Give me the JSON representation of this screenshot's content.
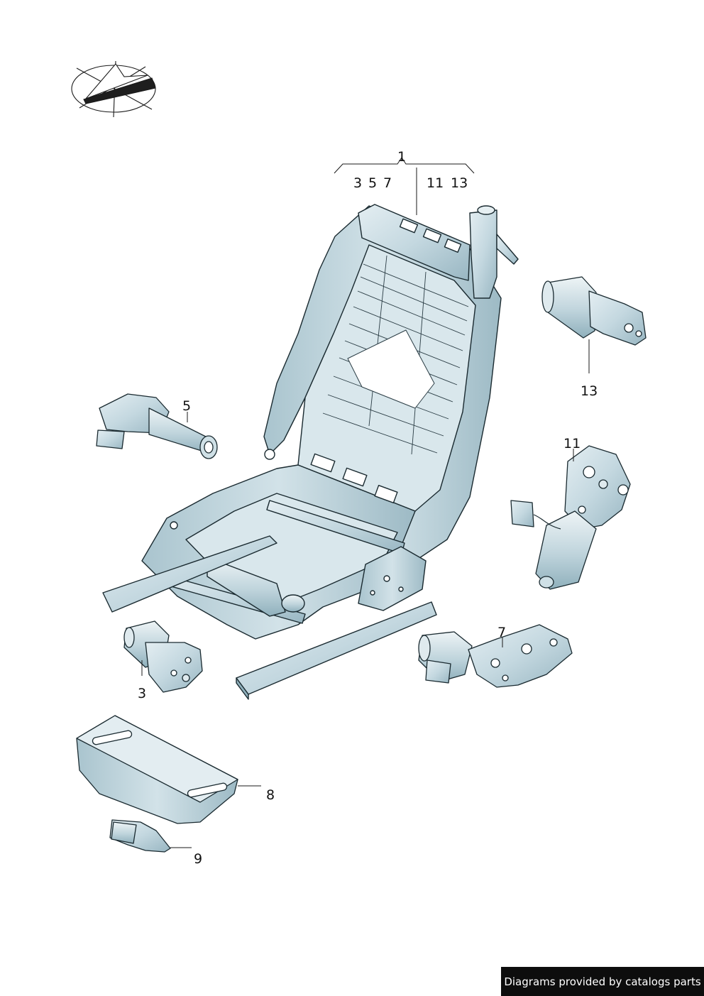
{
  "callouts": {
    "c1": "1",
    "c3_top": "3",
    "c5_top": "5",
    "c7_top": "7",
    "c11_top": "11",
    "c13_top": "13",
    "c13": "13",
    "c5": "5",
    "c11": "11",
    "c7": "7",
    "c3": "3",
    "c8": "8",
    "c9": "9"
  },
  "credit": "Diagrams provided by catalogs parts",
  "colors": {
    "part_fill": "#cfe0e6",
    "part_shade": "#9fbcc6",
    "frame_fill": "#b9d1da",
    "outline": "#1a2a30",
    "compass_fill": "#1e1e1e"
  },
  "icons": {
    "orientation": "compass-orientation-icon"
  }
}
